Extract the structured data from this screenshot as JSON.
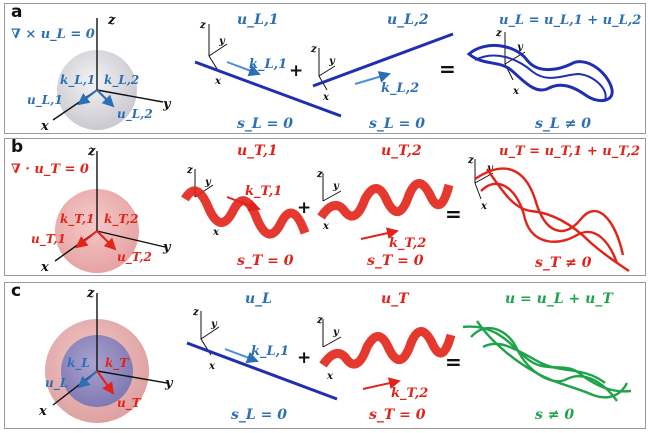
{
  "panels": [
    {
      "letter": "a",
      "condition": "∇ × u_L = 0",
      "sphere_labels": [
        "k_L,1",
        "k_L,2",
        "u_L,1",
        "u_L,2"
      ],
      "axes": [
        "x",
        "y",
        "z"
      ],
      "wave1": {
        "title": "u_L,1",
        "k": "k_L,1",
        "spin": "s_L = 0"
      },
      "wave2": {
        "title": "u_L,2",
        "k": "k_L,2",
        "spin": "s_L = 0"
      },
      "result": {
        "title": "u_L = u_L,1 + u_L,2",
        "spin": "s_L ≠ 0"
      }
    },
    {
      "letter": "b",
      "condition": "∇ · u_T = 0",
      "sphere_labels": [
        "k_T,1",
        "k_T,2",
        "u_T,1",
        "u_T,2"
      ],
      "axes": [
        "x",
        "y",
        "z"
      ],
      "wave1": {
        "title": "u_T,1",
        "k": "k_T,1",
        "spin": "s_T = 0"
      },
      "wave2": {
        "title": "u_T,2",
        "k": "k_T,2",
        "spin": "s_T = 0"
      },
      "result": {
        "title": "u_T = u_T,1 + u_T,2",
        "spin": "s_T ≠ 0"
      }
    },
    {
      "letter": "c",
      "condition": "",
      "sphere_labels": [
        "k_L",
        "k_T",
        "u_L",
        "u_T"
      ],
      "axes": [
        "x",
        "y",
        "z"
      ],
      "wave1": {
        "title": "u_L",
        "k": "k_L,1",
        "spin": "s_L = 0"
      },
      "wave2": {
        "title": "u_T",
        "k": "k_T,2",
        "spin": "s_T = 0"
      },
      "result": {
        "title": "u = u_L + u_T",
        "spin": "s ≠ 0"
      }
    }
  ],
  "operators": {
    "plus": "+",
    "equals": "="
  },
  "colors": {
    "longitudinal": "#2b6fb6",
    "transverse": "#e2231a",
    "sum": "#1fa34a",
    "wave_blue": "#1f2fb0"
  }
}
